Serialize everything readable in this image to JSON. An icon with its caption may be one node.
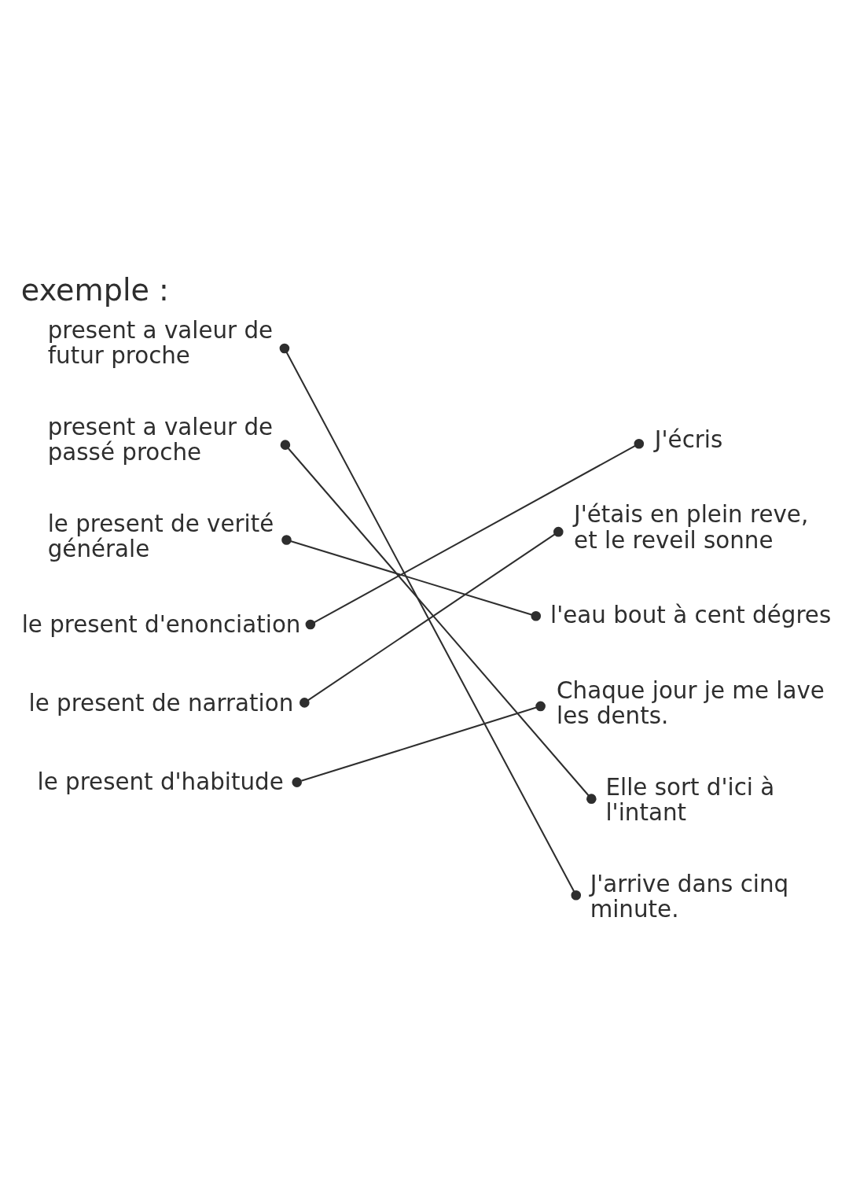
{
  "diagram": {
    "title": "exemple :",
    "nodes": [
      {
        "text": [
          "present a valeur de futur proche"
        ]
      },
      {
        "text": [
          "present a valeur de passé proche"
        ]
      },
      {
        "text": [
          "le present de verité générale"
        ]
      },
      {
        "text": [
          "le present d'enonciation"
        ]
      },
      {
        "text": [
          "le present de narration"
        ]
      },
      {
        "text": [
          "le present d'habitude"
        ]
      },
      {
        "text": [
          "J'écris"
        ]
      },
      {
        "text": [
          "J'étais en plein reve, et le reveil sonne"
        ]
      },
      {
        "text": [
          "l'eau bout à cent dégres"
        ]
      },
      {
        "text": [
          "Chaque jour je me lave les dents."
        ]
      },
      {
        "text": [
          "Elle sort d'ici à l'intant"
        ]
      },
      {
        "text": [
          "J'arrive dans cinq minute."
        ]
      }
    ],
    "edges": [
      {
        "from": 0,
        "to": 11,
        "arrow": "other"
      },
      {
        "from": 1,
        "to": 10,
        "arrow": "other"
      },
      {
        "from": 2,
        "to": 8,
        "arrow": "other"
      },
      {
        "from": 3,
        "to": 6,
        "arrow": "other"
      },
      {
        "from": 4,
        "to": 7,
        "arrow": "other"
      },
      {
        "from": 5,
        "to": 9,
        "arrow": "other"
      }
    ]
  }
}
